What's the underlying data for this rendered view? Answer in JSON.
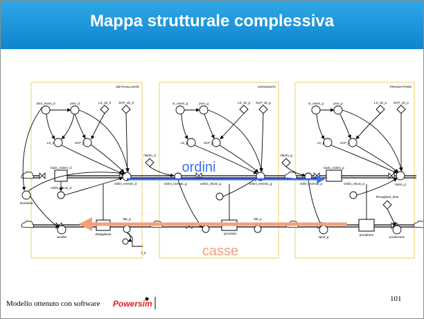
{
  "slide": {
    "title": "Mappa strutturale complessiva",
    "footer": "Modello ottenuto con software",
    "logo_text": "Powersim",
    "page_number": "101"
  },
  "colors": {
    "title_bar": "#1a96dc",
    "orders_arrow": "#3d6ef0",
    "cash_arrow": "#f4a07a",
    "sector_border": "#f0d060",
    "logo_red": "#e31e24"
  },
  "sectors": {
    "retailer": "DETTAGLIANTE",
    "wholesaler": "GROSSISTA",
    "producer": "PRODUTTORE"
  },
  "overlays": {
    "orders": "ordini",
    "cash": "casse"
  },
  "labels": {
    "dom_mens_d": "dom_mens_d",
    "prev_d": "prev_d",
    "LS_ob_d": "LS_ob_d",
    "SCP_ob_d": "SCP_ob_d",
    "LS_d": "LS_d",
    "SCP_d": "SCP_d",
    "back_orders_d": "back_orders_d",
    "ordini_chiusi_d": "ordini_chiusi_d",
    "ordini_emessi_d": "ordini_emessi_d",
    "domanda": "domanda",
    "vendite": "vendite",
    "dettagliante": "dettagliante",
    "ritardo_d": "ritardo_d",
    "fatt_g": "fatt_g",
    "pag_d": "f_d",
    "or_mens_g": "or_mens_g",
    "prev_g": "prev_g",
    "LS_ob_g": "LS_ob_g",
    "SCP_ob_g": "SCP_ob_g",
    "LS_g": "LS_g",
    "SCP_g": "SCP_g",
    "ordini_ricevuti_g": "ordini_ricevuti_g",
    "ordini_chiusi_g": "ordini_chiusi_g",
    "ordini_emessi_g": "ordini_emessi_g",
    "grossista": "grossista",
    "ritardo_g": "ritardo_g",
    "fatt_p": "fatt_p",
    "or_mens_p": "or_mens_p",
    "prev_p": "prev_p",
    "LS_ob_p": "LS_ob_p",
    "SCP_ob_p": "SCP_ob_p",
    "LS_p": "LS_p",
    "SCP_p": "SCP_p",
    "back_orders_p": "back_orders_p",
    "ordini_ricevuti_p": "ordini_ricevuti_p",
    "ordini_chiusi_p": "ordini_chiusi_p",
    "tasso_p": "tasso_p",
    "throughput_time": "throughput_time",
    "sped_g": "sped_g",
    "produttore": "produttore",
    "produzione": "produzione"
  }
}
